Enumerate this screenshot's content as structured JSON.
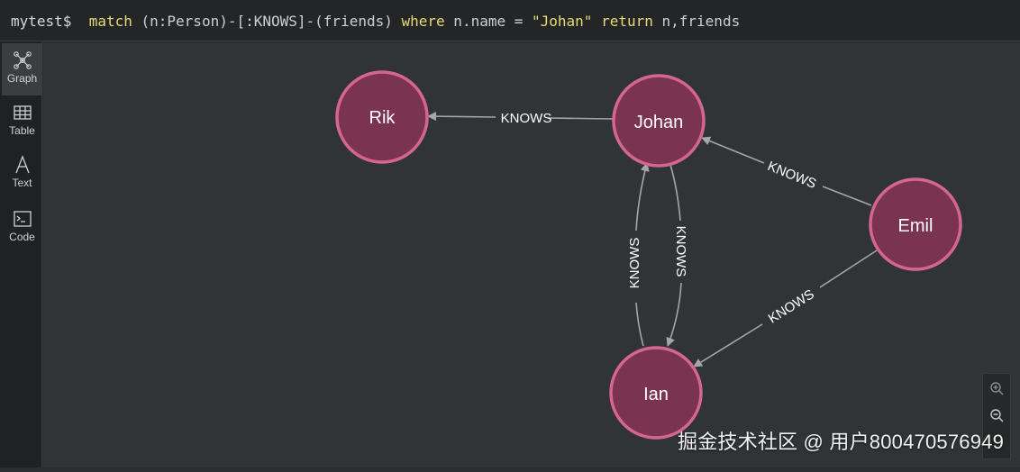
{
  "query": {
    "prompt": "mytest$",
    "parts": [
      "match",
      " (n:Person)-[:KNOWS]-(friends) ",
      "where",
      " n.name = ",
      "\"Johan\"",
      " ",
      "return",
      " n,friends"
    ]
  },
  "sidebar": {
    "items": [
      {
        "label": "Graph",
        "icon": "graph-icon",
        "active": true
      },
      {
        "label": "Table",
        "icon": "table-icon",
        "active": false
      },
      {
        "label": "Text",
        "icon": "text-icon",
        "active": false
      },
      {
        "label": "Code",
        "icon": "code-icon",
        "active": false
      }
    ]
  },
  "graph": {
    "nodes": [
      {
        "id": "rik",
        "label": "Rik"
      },
      {
        "id": "johan",
        "label": "Johan"
      },
      {
        "id": "emil",
        "label": "Emil"
      },
      {
        "id": "ian",
        "label": "Ian"
      }
    ],
    "edges": [
      {
        "from": "johan",
        "to": "rik",
        "label": "KNOWS"
      },
      {
        "from": "emil",
        "to": "johan",
        "label": "KNOWS"
      },
      {
        "from": "emil",
        "to": "ian",
        "label": "KNOWS"
      },
      {
        "from": "ian",
        "to": "johan",
        "label": "KNOWS"
      },
      {
        "from": "johan",
        "to": "ian",
        "label": "KNOWS"
      }
    ],
    "node_fill": "#7b3352",
    "node_stroke": "#d4668f",
    "edge_color": "#a6a6a6"
  },
  "zoom": {
    "in_icon": "zoom-in-icon",
    "out_icon": "zoom-out-icon"
  },
  "watermark": "掘金技术社区 @ 用户800470576949"
}
